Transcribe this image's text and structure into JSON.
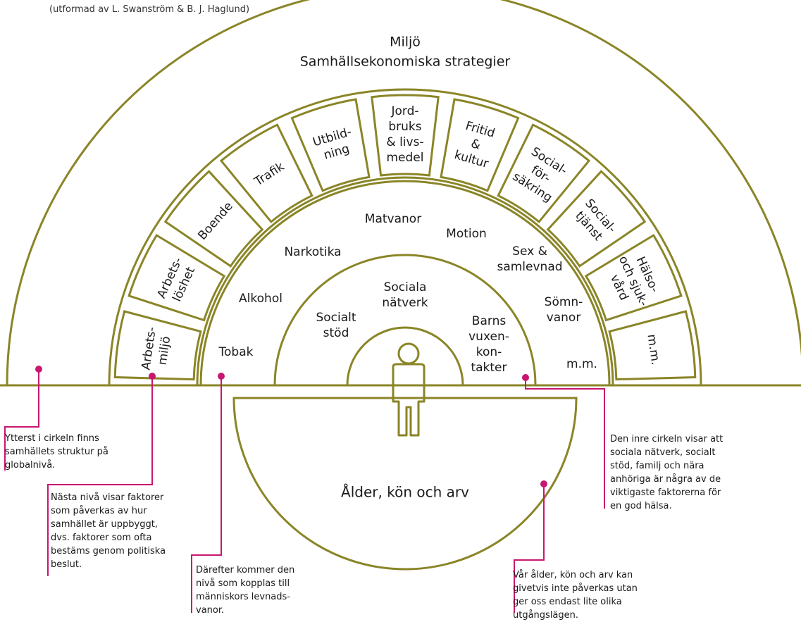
{
  "credit": "(utformad av L. Swanström & B. J. Haglund)",
  "outer_title": [
    "Miljö",
    "Samhällsekonomiska strategier"
  ],
  "sectors": [
    {
      "id": "arbetsmiljo",
      "lines": [
        "Arbets-",
        "miljö"
      ]
    },
    {
      "id": "arbetsloshet",
      "lines": [
        "Arbets-",
        "löshet"
      ]
    },
    {
      "id": "boende",
      "lines": [
        "Boende"
      ]
    },
    {
      "id": "trafik",
      "lines": [
        "Trafik"
      ]
    },
    {
      "id": "utbildning",
      "lines": [
        "Utbild-",
        "ning"
      ]
    },
    {
      "id": "jordbruk",
      "lines": [
        "Jord-",
        "bruks",
        "& livs-",
        "medel"
      ]
    },
    {
      "id": "fritid",
      "lines": [
        "Fritid",
        "&",
        "kultur"
      ]
    },
    {
      "id": "socialforsakring",
      "lines": [
        "Social-",
        "för-",
        "säkring"
      ]
    },
    {
      "id": "socialtjanst",
      "lines": [
        "Social-",
        "tjänst"
      ]
    },
    {
      "id": "halso",
      "lines": [
        "Hälso-",
        "och sjuk-",
        "vård"
      ]
    },
    {
      "id": "mm",
      "lines": [
        "m.m."
      ]
    }
  ],
  "lifestyle": [
    {
      "id": "tobak",
      "lines": [
        "Tobak"
      ]
    },
    {
      "id": "alkohol",
      "lines": [
        "Alkohol"
      ]
    },
    {
      "id": "narkotika",
      "lines": [
        "Narkotika"
      ]
    },
    {
      "id": "matvanor",
      "lines": [
        "Matvanor"
      ]
    },
    {
      "id": "motion",
      "lines": [
        "Motion"
      ]
    },
    {
      "id": "sex",
      "lines": [
        "Sex &",
        "samlevnad"
      ]
    },
    {
      "id": "somn",
      "lines": [
        "Sömn-",
        "vanor"
      ]
    },
    {
      "id": "mm2",
      "lines": [
        "m.m."
      ]
    }
  ],
  "social": [
    {
      "id": "socialt-stod",
      "lines": [
        "Socialt",
        "stöd"
      ]
    },
    {
      "id": "sociala-natverk",
      "lines": [
        "Sociala",
        "nätverk"
      ]
    },
    {
      "id": "barns",
      "lines": [
        "Barns",
        "vuxen-",
        "kon-",
        "takter"
      ]
    }
  ],
  "base_label": "Ålder, kön och arv",
  "notes": [
    {
      "id": "note1",
      "lines": [
        "Ytterst i cirkeln finns",
        "samhällets struktur på",
        "globalnivå."
      ]
    },
    {
      "id": "note2",
      "lines": [
        "Nästa nivå visar faktorer",
        "som påverkas av hur",
        "samhället är uppbyggt,",
        "dvs. faktorer som ofta",
        "bestäms genom politiska",
        "beslut."
      ]
    },
    {
      "id": "note3",
      "lines": [
        "Därefter kommer den",
        "nivå som kopplas till",
        "människors levnads-",
        "vanor."
      ]
    },
    {
      "id": "note4",
      "lines": [
        "Den inre cirkeln visar att",
        "sociala nätverk, socialt",
        "stöd, familj och nära",
        "anhöriga är några av de",
        "viktigaste faktorerna för",
        "en god hälsa."
      ]
    },
    {
      "id": "note5",
      "lines": [
        "Vår ålder, kön och arv kan",
        "givetvis inte påverkas utan",
        "ger oss endast lite olika",
        "utgångslägen."
      ]
    }
  ],
  "colors": {
    "olive": "#8a8527",
    "magenta": "#c8176f"
  }
}
